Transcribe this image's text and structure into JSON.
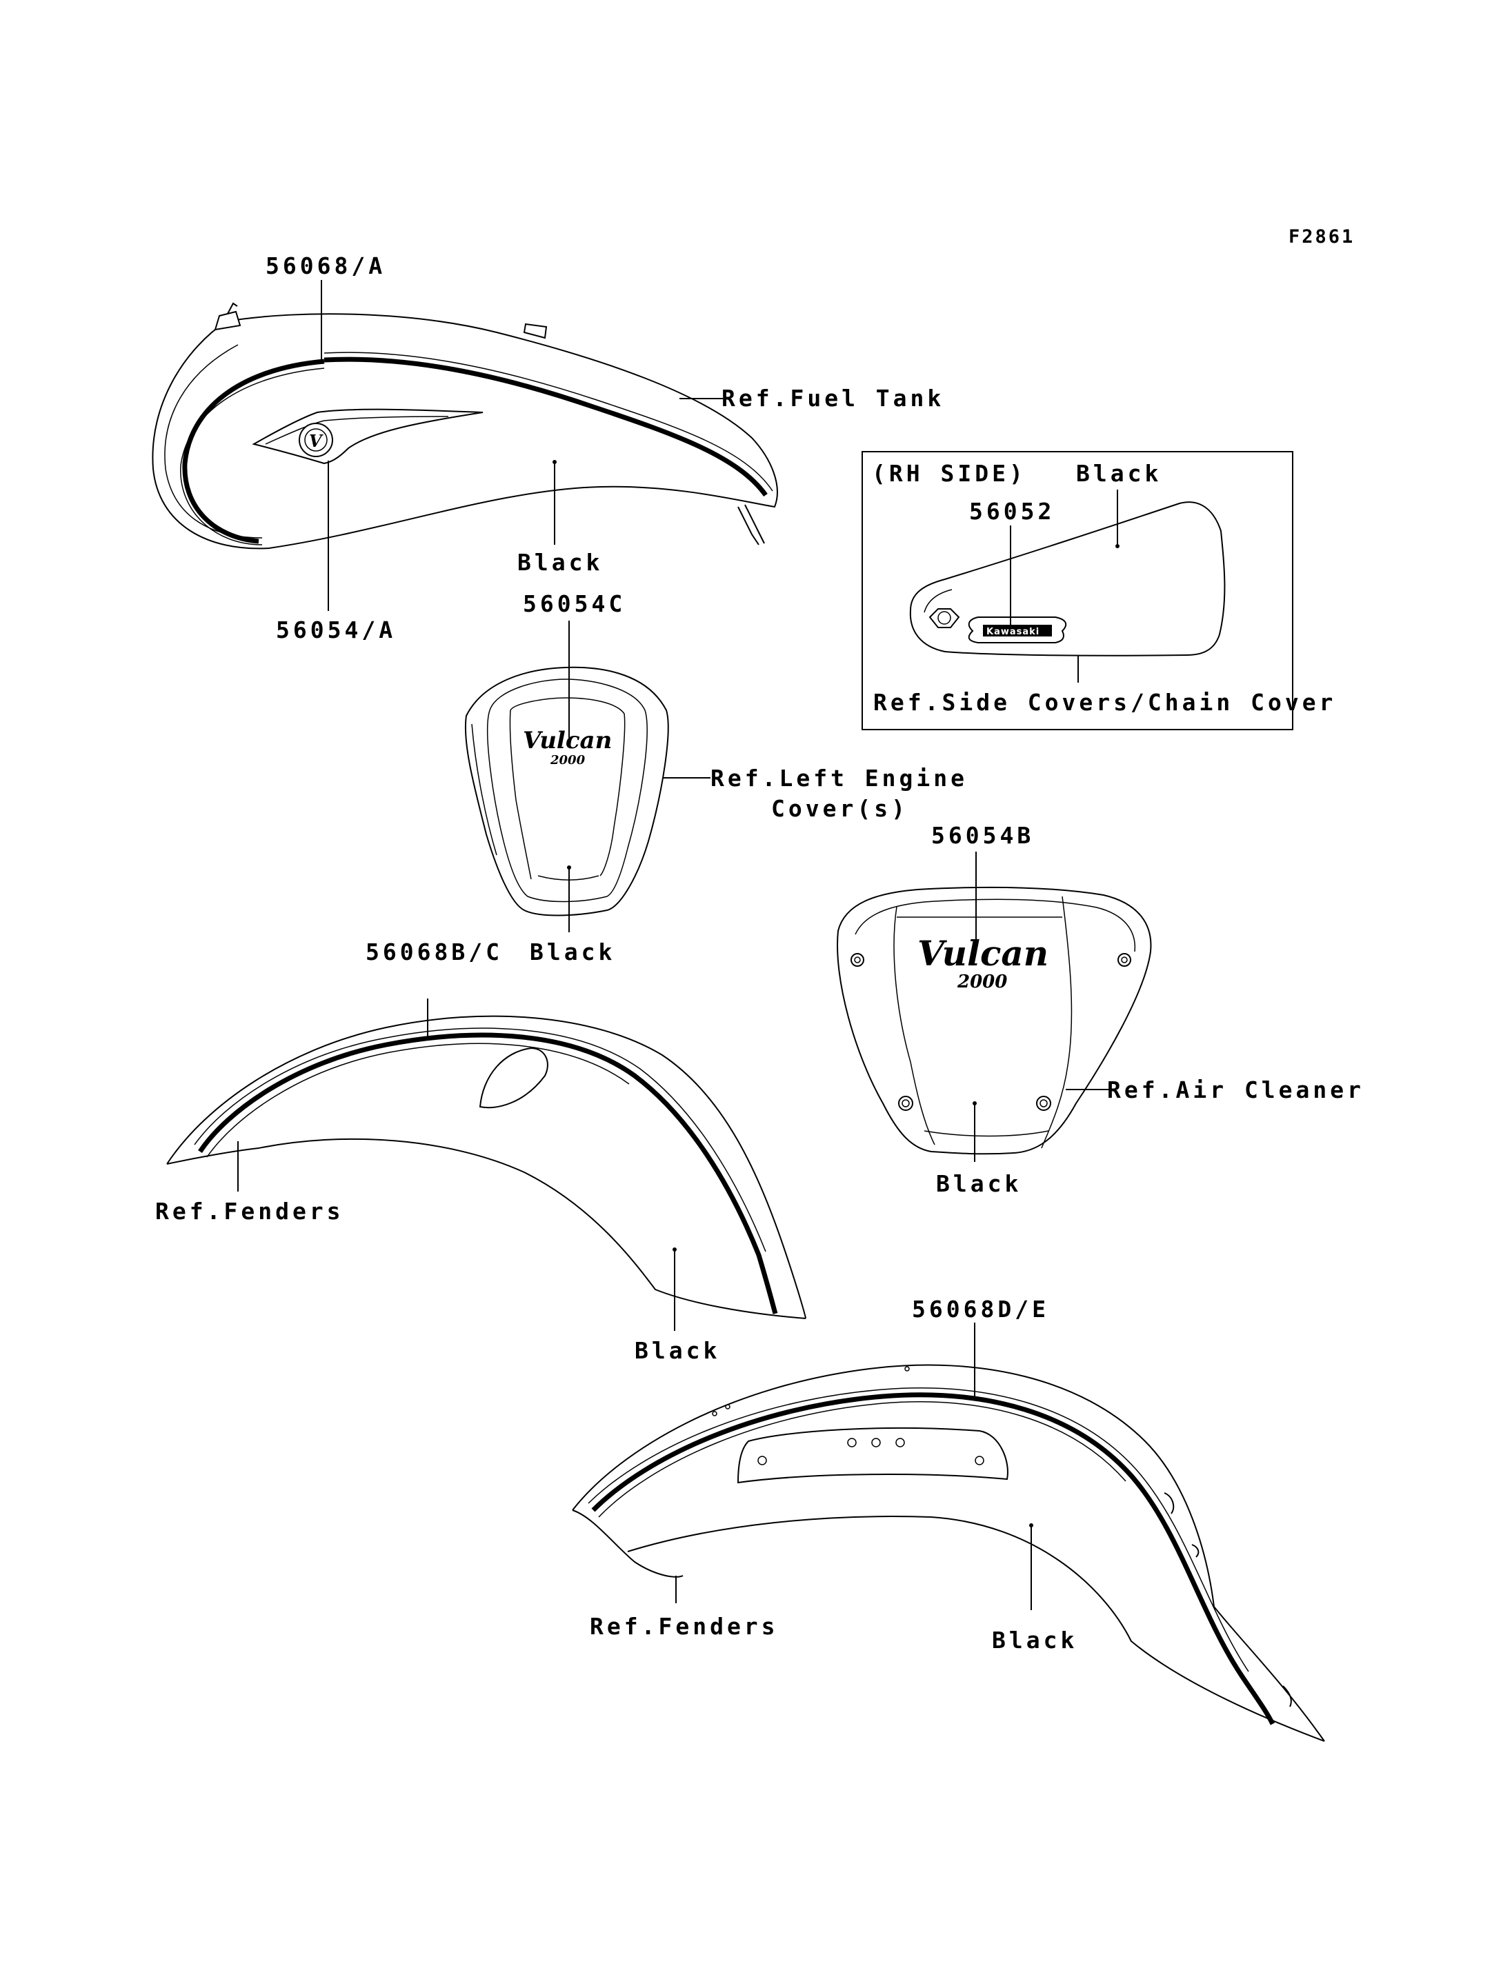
{
  "figure_code": "F2861",
  "fuel_tank": {
    "part_stripe": "56068/A",
    "part_emblem": "56054/A",
    "ref": "Ref.Fuel Tank",
    "color": "Black"
  },
  "engine_cover": {
    "part": "56054C",
    "ref_line1": "Ref.Left Engine",
    "ref_line2": "Cover(s)",
    "color": "Black",
    "logo_line1": "Vulcan",
    "logo_line2": "2000"
  },
  "side_cover": {
    "side": "(RH SIDE)",
    "color": "Black",
    "part": "56052",
    "ref": "Ref.Side Covers/Chain Cover",
    "badge": "Kawasaki"
  },
  "air_cleaner": {
    "part": "56054B",
    "ref": "Ref.Air Cleaner",
    "color": "Black",
    "logo_line1": "Vulcan",
    "logo_line2": "2000"
  },
  "front_fender": {
    "part": "56068B/C",
    "ref": "Ref.Fenders",
    "color": "Black"
  },
  "rear_fender": {
    "part": "56068D/E",
    "ref": "Ref.Fenders",
    "color": "Black"
  }
}
